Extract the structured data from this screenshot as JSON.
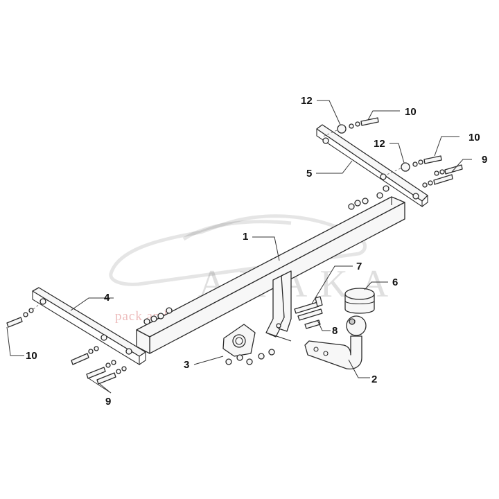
{
  "watermark": {
    "brand": "AHAKA",
    "tagline": "pack and travel"
  },
  "callouts": {
    "c1": "1",
    "c2": "2",
    "c3": "3",
    "c4": "4",
    "c5": "5",
    "c6": "6",
    "c7": "7",
    "c8": "8",
    "c9_right": "9",
    "c9_left": "9",
    "c10_top": "10",
    "c10_right": "10",
    "c10_left": "10",
    "c12_top": "12",
    "c12_mid": "12"
  }
}
